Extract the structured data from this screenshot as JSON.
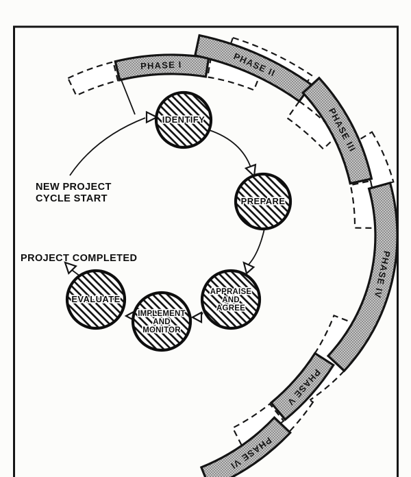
{
  "diagram": {
    "type": "cycle-diagram",
    "phases": [
      "PHASE I",
      "PHASE II",
      "PHASE III",
      "PHASE IV",
      "PHASE V",
      "PHASE VI"
    ],
    "stages": [
      {
        "lines": [
          "IDENTIFY"
        ]
      },
      {
        "lines": [
          "PREPARE"
        ]
      },
      {
        "lines": [
          "APPRAISE",
          "AND",
          "AGREE"
        ]
      },
      {
        "lines": [
          "IMPLEMENT",
          "AND",
          "MONITOR"
        ]
      },
      {
        "lines": [
          "EVALUATE"
        ]
      }
    ],
    "annotations": {
      "start_line1": "NEW PROJECT",
      "start_line2": "CYCLE START",
      "completed": "PROJECT COMPLETED"
    },
    "colors": {
      "paper": "#fcfcfa",
      "ink": "#141414",
      "band_fill": "#c6c6c6",
      "band_dot": "#5f5f5f"
    }
  }
}
